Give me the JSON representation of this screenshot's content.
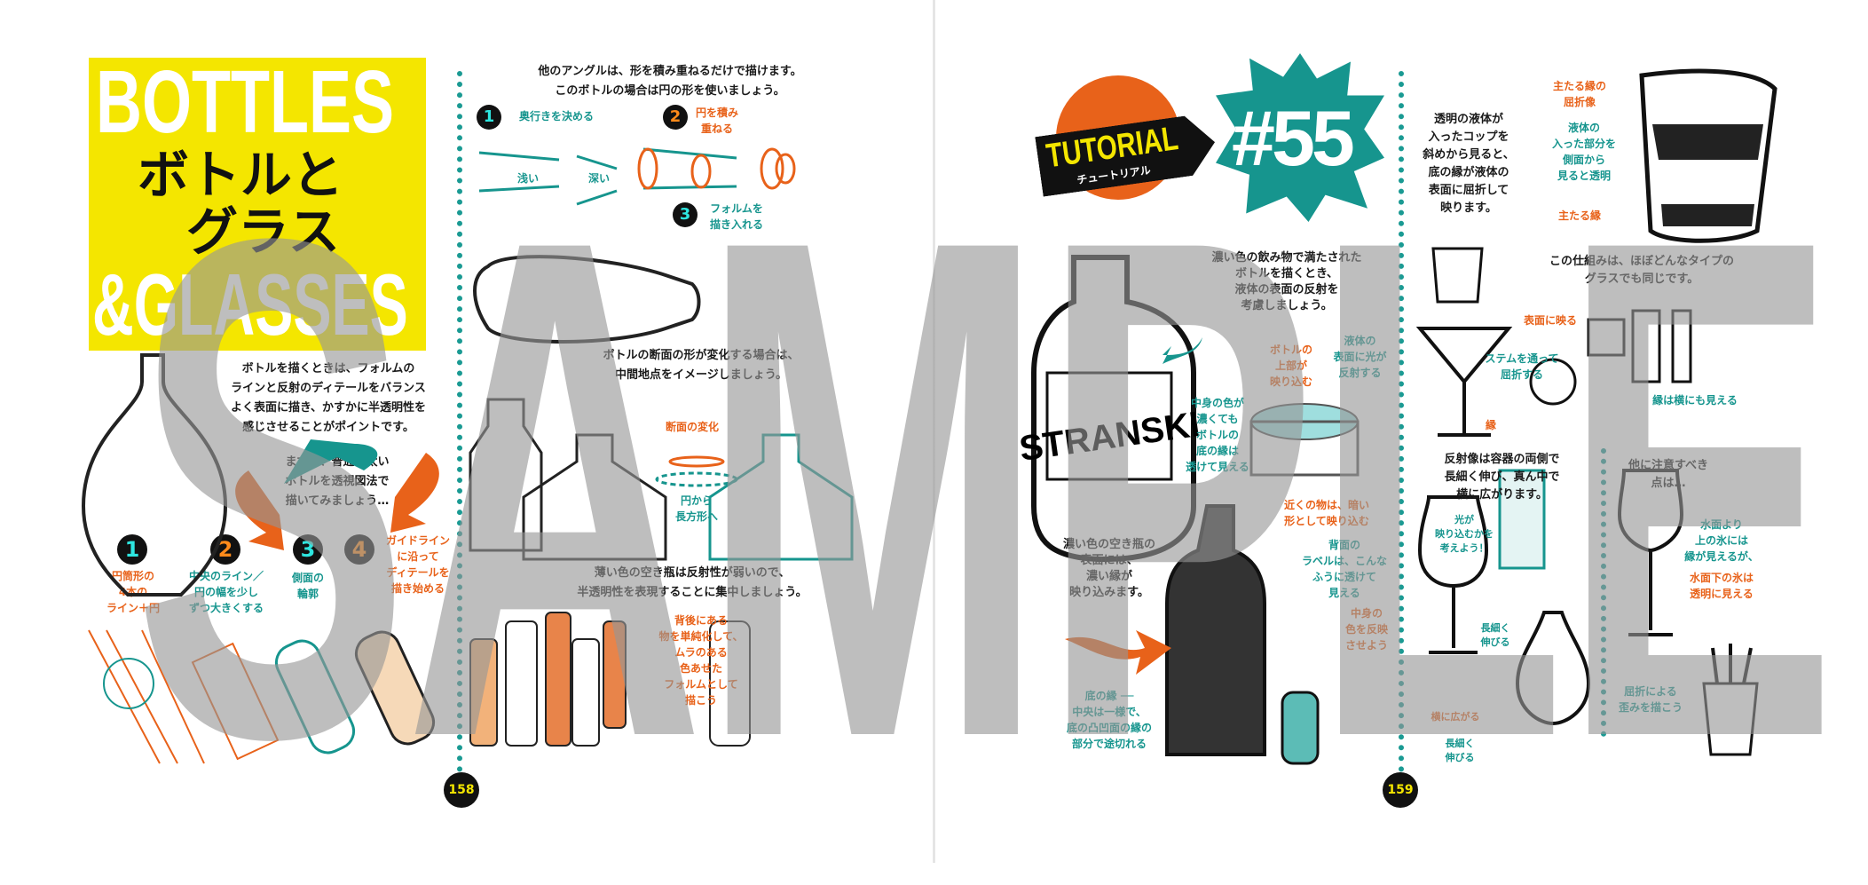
{
  "left_page": {
    "title_en_1": "BOTTLES",
    "title_en_2": "&GLASSES",
    "title_jp_1": "ボトルと",
    "title_jp_2": "グラス",
    "intro": "ボトルを描くときは、フォルムの\nラインと反射のディテールをバランス\nよく表面に描き、かすかに半透明性を\n感じさせることがポイントです。",
    "start": "まずは、普通の太い\nボトルを透視図法で\n描いてみましょう…",
    "steps": [
      {
        "n": "1",
        "text": "円筒形の\n4本の\nライン＋円"
      },
      {
        "n": "2",
        "text": "中央のライン／\n円の幅を少し\nずつ大きくする"
      },
      {
        "n": "3",
        "text": "側面の\n輪郭"
      },
      {
        "n": "4",
        "text": "ガイドライン\nに沿って\nディテールを\n描き始める"
      }
    ],
    "angle_intro": "他のアングルは、形を積み重ねるだけで描けます。\nこのボトルの場合は円の形を使いましょう。",
    "angle_steps": [
      {
        "n": "1",
        "text": "奥行きを決める"
      },
      {
        "n": "2",
        "text": "円を積み\n重ねる"
      },
      {
        "n": "3",
        "text": "フォルムを\n描き入れる"
      }
    ],
    "shallow": "浅い",
    "deep": "深い",
    "section_change": "ボトルの断面の形が変化する場合は、\n中間地点をイメージしましょう。",
    "section_label": "断面の変化",
    "circle_to_rect": "円から\n長方形へ",
    "light_bottles": "薄い色の空き瓶は反射性が弱いので、\n半透明性を表現することに集中しましょう。",
    "behind_objects": "背後にある\n物を単純化して、\nムラのある\n色あせた\nフォルムとして\n描こう",
    "page_number": "158"
  },
  "right_page": {
    "badge_tutorial": "TUTORIAL",
    "badge_tutorial_kana": "チュートリアル",
    "badge_number": "#55",
    "dark_liquid": "濃い色の飲み物で満たされた\nボトルを描くとき、\n液体の表面の反射を\n考慮しましょう。",
    "bottle_label": "STRANSKI",
    "top_reflect": "ボトルの\n上部が\n映り込む",
    "surface_light": "液体の\n表面に光が\n反射する",
    "dark_contents": "中身の色が\n濃くても\nボトルの\n底の縁は\n透けて見える",
    "dark_empty": "濃い色の空き瓶の\n表面には、\n濃い縁が\n映り込みます。",
    "near_objects": "近くの物は、暗い\n形として映り込む",
    "back_label": "背面の\nラベルは、こんな\nふうに透けて\n見える",
    "reflect_contents": "中身の\n色を反映\nさせよう",
    "bottom_edge": "底の縁 ──\n中央は一様で、\n底の凸凹面の縁の\n部分で途切れる",
    "clear_liquid": "透明の液体が\n入ったコップを\n斜めから見ると、\n底の縁が液体の\n表面に屈折して\n映ります。",
    "main_edge_refract": "主たる縁の\n屈折像",
    "liquid_side": "液体の\n入った部分を\n側面から\n見ると透明",
    "main_edge": "主たる縁",
    "same_for_all": "この仕組みは、ほぼどんなタイプの\nグラスでも同じです。",
    "surface_reflect": "表面に映る",
    "stem_refract": "ステムを通って\n屈折する",
    "edge_label": "縁",
    "edge_visible": "縁は横にも見える",
    "reflection_stretch": "反射像は容器の両側で\n長細く伸び、真ん中で\n横に広がります。",
    "think_light": "光が\n映り込むかを\n考えよう！",
    "stretch_long_1": "長細く\n伸びる",
    "spread_side": "横に広がる",
    "stretch_long_2": "長細く\n伸びる",
    "other_notes": "他に注意すべき\n点は…",
    "ice_note_1": "水面より\n上の氷には\n縁が見えるが、",
    "ice_note_2": "水面下の氷は\n透明に見える",
    "refraction_distort": "屈折による\n歪みを描こう",
    "page_number": "159"
  },
  "watermark": "SAMPLE",
  "colors": {
    "teal": "#16958e",
    "orange": "#e8621a",
    "yellow": "#f4e600"
  }
}
